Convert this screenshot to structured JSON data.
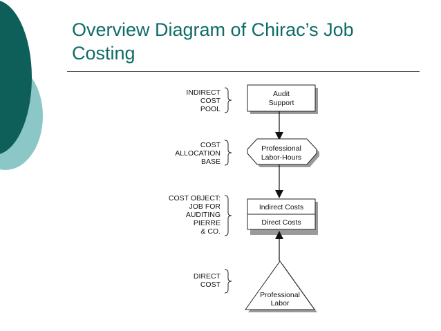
{
  "title": {
    "line1": "Overview Diagram of Chirac’s Job",
    "line2": "Costing"
  },
  "colors": {
    "title": "#0f6b66",
    "deco_dark": "#0e5e5a",
    "deco_light": "#8cc7c7"
  },
  "labels": {
    "indirect_cost_pool": [
      "INDIRECT",
      "COST",
      "POOL"
    ],
    "cost_allocation_base": [
      "COST",
      "ALLOCATION",
      "BASE"
    ],
    "cost_object": [
      "COST OBJECT:",
      "JOB FOR",
      "AUDITING",
      "PIERRE",
      "& CO."
    ],
    "direct_cost": [
      "DIRECT",
      "COST"
    ]
  },
  "nodes": {
    "audit_support": [
      "Audit",
      "Support"
    ],
    "labor_hours": [
      "Professional",
      "Labor-Hours"
    ],
    "indirect_costs": "Indirect Costs",
    "direct_costs": "Direct Costs",
    "professional_labor": [
      "Professional",
      "Labor"
    ]
  }
}
